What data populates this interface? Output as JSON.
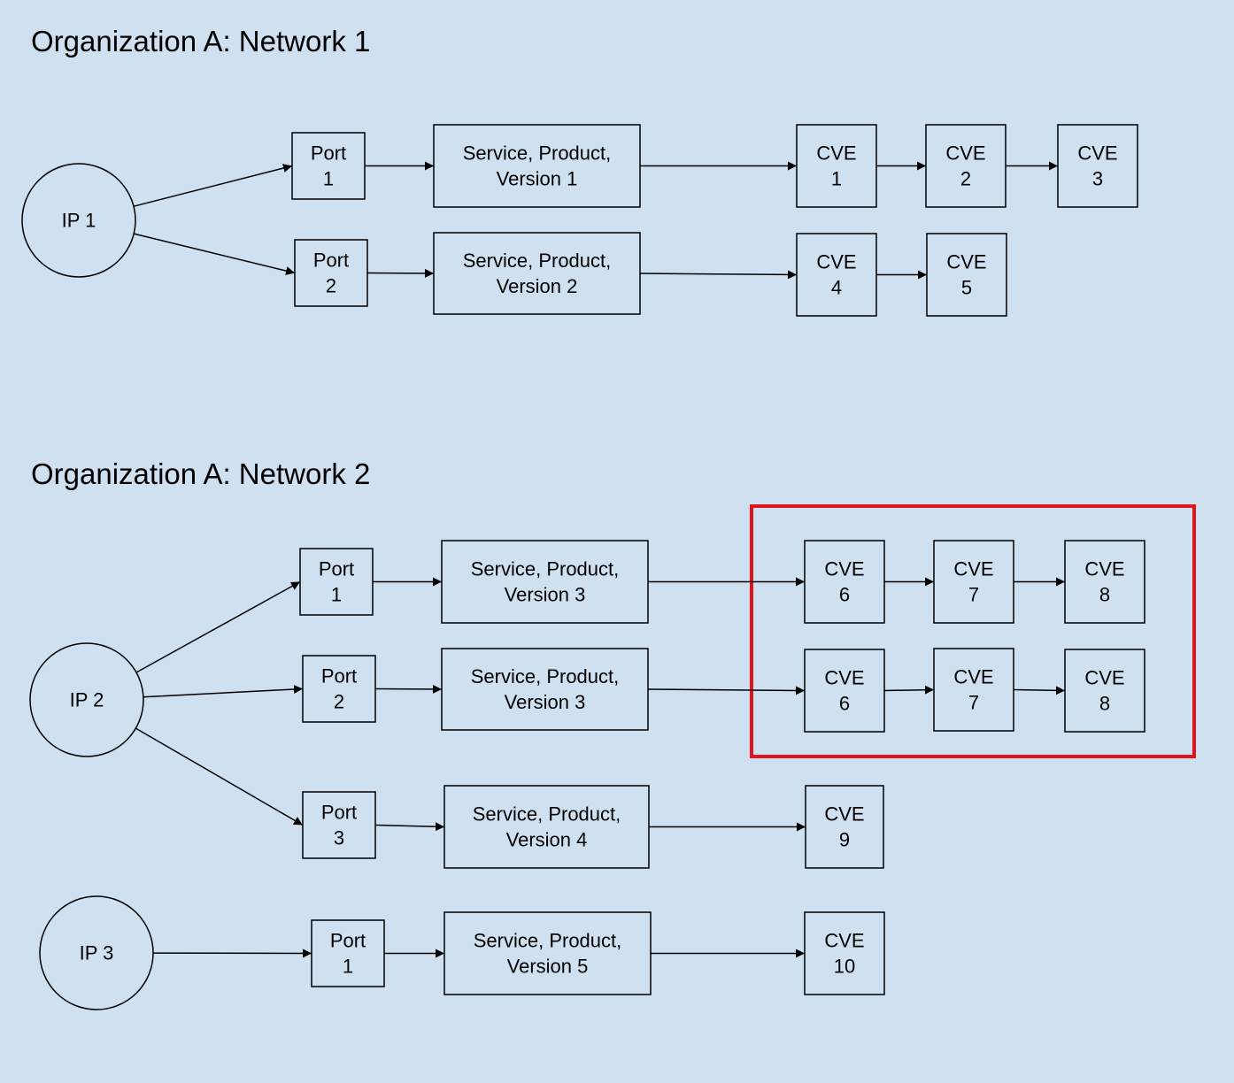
{
  "sections": [
    {
      "title": "Organization A: Network 1"
    },
    {
      "title": "Organization A: Network 2"
    }
  ],
  "colors": {
    "background": "#cfe0f0",
    "highlight": "#e0141a",
    "stroke": "#000000"
  },
  "nodes": [
    {
      "id": "ip1",
      "shape": "circle",
      "lines": [
        "IP 1"
      ]
    },
    {
      "id": "n1p1",
      "shape": "rect",
      "lines": [
        "Port",
        "1"
      ]
    },
    {
      "id": "n1p2",
      "shape": "rect",
      "lines": [
        "Port",
        "2"
      ]
    },
    {
      "id": "s1",
      "shape": "rect",
      "lines": [
        "Service, Product,",
        "Version 1"
      ]
    },
    {
      "id": "s2",
      "shape": "rect",
      "lines": [
        "Service, Product,",
        "Version 2"
      ]
    },
    {
      "id": "c1",
      "shape": "rect",
      "lines": [
        "CVE",
        "1"
      ]
    },
    {
      "id": "c2",
      "shape": "rect",
      "lines": [
        "CVE",
        "2"
      ]
    },
    {
      "id": "c3",
      "shape": "rect",
      "lines": [
        "CVE",
        "3"
      ]
    },
    {
      "id": "c4",
      "shape": "rect",
      "lines": [
        "CVE",
        "4"
      ]
    },
    {
      "id": "c5",
      "shape": "rect",
      "lines": [
        "CVE",
        "5"
      ]
    },
    {
      "id": "ip2",
      "shape": "circle",
      "lines": [
        "IP 2"
      ]
    },
    {
      "id": "n2p1",
      "shape": "rect",
      "lines": [
        "Port",
        "1"
      ]
    },
    {
      "id": "n2p2",
      "shape": "rect",
      "lines": [
        "Port",
        "2"
      ]
    },
    {
      "id": "n2p3",
      "shape": "rect",
      "lines": [
        "Port",
        "3"
      ]
    },
    {
      "id": "s3a",
      "shape": "rect",
      "lines": [
        "Service, Product,",
        "Version 3"
      ]
    },
    {
      "id": "s3b",
      "shape": "rect",
      "lines": [
        "Service, Product,",
        "Version 3"
      ]
    },
    {
      "id": "s4",
      "shape": "rect",
      "lines": [
        "Service, Product,",
        "Version 4"
      ]
    },
    {
      "id": "c6a",
      "shape": "rect",
      "lines": [
        "CVE",
        "6"
      ]
    },
    {
      "id": "c7a",
      "shape": "rect",
      "lines": [
        "CVE",
        "7"
      ]
    },
    {
      "id": "c8a",
      "shape": "rect",
      "lines": [
        "CVE",
        "8"
      ]
    },
    {
      "id": "c6b",
      "shape": "rect",
      "lines": [
        "CVE",
        "6"
      ]
    },
    {
      "id": "c7b",
      "shape": "rect",
      "lines": [
        "CVE",
        "7"
      ]
    },
    {
      "id": "c8b",
      "shape": "rect",
      "lines": [
        "CVE",
        "8"
      ]
    },
    {
      "id": "c9",
      "shape": "rect",
      "lines": [
        "CVE",
        "9"
      ]
    },
    {
      "id": "ip3",
      "shape": "circle",
      "lines": [
        "IP 3"
      ]
    },
    {
      "id": "n3p1",
      "shape": "rect",
      "lines": [
        "Port",
        "1"
      ]
    },
    {
      "id": "s5",
      "shape": "rect",
      "lines": [
        "Service, Product,",
        "Version 5"
      ]
    },
    {
      "id": "c10",
      "shape": "rect",
      "lines": [
        "CVE",
        "10"
      ]
    }
  ],
  "edges": [
    [
      "ip1",
      "n1p1"
    ],
    [
      "ip1",
      "n1p2"
    ],
    [
      "n1p1",
      "s1"
    ],
    [
      "n1p2",
      "s2"
    ],
    [
      "s1",
      "c1"
    ],
    [
      "c1",
      "c2"
    ],
    [
      "c2",
      "c3"
    ],
    [
      "s2",
      "c4"
    ],
    [
      "c4",
      "c5"
    ],
    [
      "ip2",
      "n2p1"
    ],
    [
      "ip2",
      "n2p2"
    ],
    [
      "ip2",
      "n2p3"
    ],
    [
      "n2p1",
      "s3a"
    ],
    [
      "n2p2",
      "s3b"
    ],
    [
      "n2p3",
      "s4"
    ],
    [
      "s3a",
      "c6a"
    ],
    [
      "c6a",
      "c7a"
    ],
    [
      "c7a",
      "c8a"
    ],
    [
      "s3b",
      "c6b"
    ],
    [
      "c6b",
      "c7b"
    ],
    [
      "c7b",
      "c8b"
    ],
    [
      "s4",
      "c9"
    ],
    [
      "ip3",
      "n3p1"
    ],
    [
      "n3p1",
      "s5"
    ],
    [
      "s5",
      "c10"
    ]
  ]
}
